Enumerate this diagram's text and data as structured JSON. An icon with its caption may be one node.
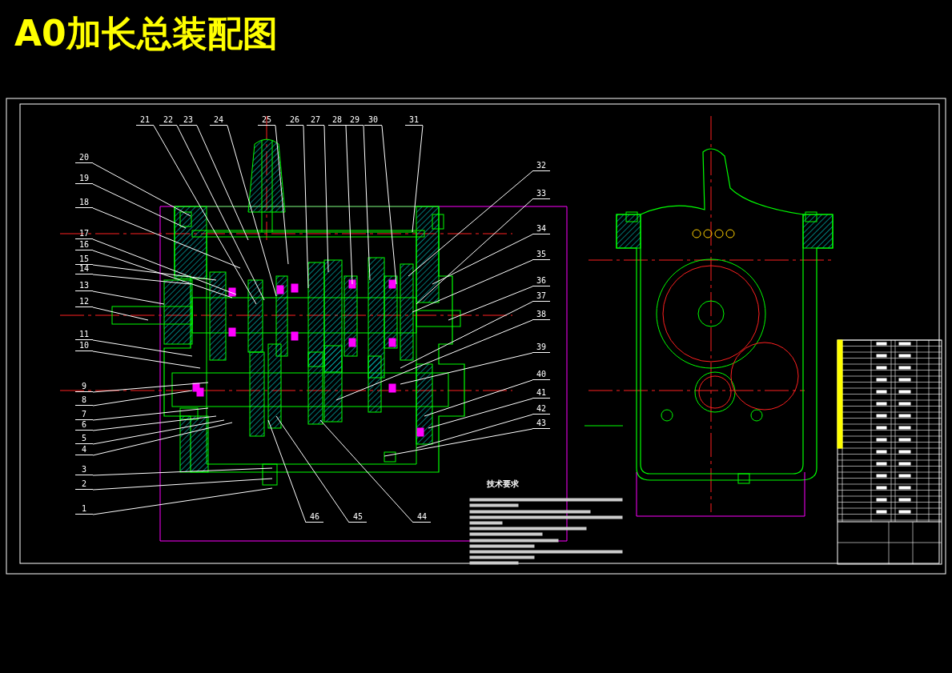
{
  "diagram": {
    "title": "A0加长总装配图",
    "nodes": [
      {
        "text": [
          "1"
        ]
      },
      {
        "text": [
          "2"
        ]
      },
      {
        "text": [
          "3"
        ]
      },
      {
        "text": [
          "4"
        ]
      },
      {
        "text": [
          "5"
        ]
      },
      {
        "text": [
          "6"
        ]
      },
      {
        "text": [
          "7"
        ]
      },
      {
        "text": [
          "8"
        ]
      },
      {
        "text": [
          "9"
        ]
      },
      {
        "text": [
          "10"
        ]
      },
      {
        "text": [
          "11"
        ]
      },
      {
        "text": [
          "12"
        ]
      },
      {
        "text": [
          "13"
        ]
      },
      {
        "text": [
          "14"
        ]
      },
      {
        "text": [
          "15"
        ]
      },
      {
        "text": [
          "16"
        ]
      },
      {
        "text": [
          "17"
        ]
      },
      {
        "text": [
          "18"
        ]
      },
      {
        "text": [
          "19"
        ]
      },
      {
        "text": [
          "20"
        ]
      },
      {
        "text": [
          "21"
        ]
      },
      {
        "text": [
          "22"
        ]
      },
      {
        "text": [
          "23"
        ]
      },
      {
        "text": [
          "24"
        ]
      },
      {
        "text": [
          "25"
        ]
      },
      {
        "text": [
          "26"
        ]
      },
      {
        "text": [
          "27"
        ]
      },
      {
        "text": [
          "28"
        ]
      },
      {
        "text": [
          "29"
        ]
      },
      {
        "text": [
          "30"
        ]
      },
      {
        "text": [
          "31"
        ]
      },
      {
        "text": [
          "32"
        ]
      },
      {
        "text": [
          "33"
        ]
      },
      {
        "text": [
          "34"
        ]
      },
      {
        "text": [
          "35"
        ]
      },
      {
        "text": [
          "36"
        ]
      },
      {
        "text": [
          "37"
        ]
      },
      {
        "text": [
          "38"
        ]
      },
      {
        "text": [
          "39"
        ]
      },
      {
        "text": [
          "40"
        ]
      },
      {
        "text": [
          "41"
        ]
      },
      {
        "text": [
          "42"
        ]
      },
      {
        "text": [
          "43"
        ]
      },
      {
        "text": [
          "44"
        ]
      },
      {
        "text": [
          "45"
        ]
      },
      {
        "text": [
          "46"
        ]
      }
    ],
    "edges": [
      {
        "from": 0,
        "to": null,
        "arrow": "none"
      },
      {
        "from": 1,
        "to": null,
        "arrow": "none"
      },
      {
        "from": 2,
        "to": null,
        "arrow": "none"
      },
      {
        "from": 3,
        "to": null,
        "arrow": "none"
      },
      {
        "from": 4,
        "to": null,
        "arrow": "none"
      },
      {
        "from": 5,
        "to": null,
        "arrow": "none"
      },
      {
        "from": 6,
        "to": null,
        "arrow": "none"
      },
      {
        "from": 7,
        "to": null,
        "arrow": "none"
      },
      {
        "from": 8,
        "to": null,
        "arrow": "none"
      },
      {
        "from": 9,
        "to": null,
        "arrow": "none"
      },
      {
        "from": 10,
        "to": null,
        "arrow": "none"
      },
      {
        "from": 11,
        "to": null,
        "arrow": "none"
      },
      {
        "from": 12,
        "to": null,
        "arrow": "none"
      },
      {
        "from": 13,
        "to": null,
        "arrow": "none"
      },
      {
        "from": 14,
        "to": null,
        "arrow": "none"
      },
      {
        "from": 15,
        "to": null,
        "arrow": "none"
      },
      {
        "from": 16,
        "to": null,
        "arrow": "none"
      },
      {
        "from": 17,
        "to": null,
        "arrow": "none"
      },
      {
        "from": 18,
        "to": null,
        "arrow": "none"
      },
      {
        "from": 19,
        "to": null,
        "arrow": "none"
      },
      {
        "from": 20,
        "to": null,
        "arrow": "none"
      },
      {
        "from": 21,
        "to": null,
        "arrow": "none"
      },
      {
        "from": 22,
        "to": null,
        "arrow": "none"
      },
      {
        "from": 23,
        "to": null,
        "arrow": "none"
      },
      {
        "from": 24,
        "to": null,
        "arrow": "none"
      },
      {
        "from": 25,
        "to": null,
        "arrow": "none"
      },
      {
        "from": 26,
        "to": null,
        "arrow": "none"
      },
      {
        "from": 27,
        "to": null,
        "arrow": "none"
      },
      {
        "from": 28,
        "to": null,
        "arrow": "none"
      },
      {
        "from": 29,
        "to": null,
        "arrow": "none"
      },
      {
        "from": 30,
        "to": null,
        "arrow": "none"
      },
      {
        "from": 31,
        "to": null,
        "arrow": "none"
      },
      {
        "from": 32,
        "to": null,
        "arrow": "none"
      },
      {
        "from": 33,
        "to": null,
        "arrow": "none"
      },
      {
        "from": 34,
        "to": null,
        "arrow": "none"
      },
      {
        "from": 35,
        "to": null,
        "arrow": "none"
      },
      {
        "from": 36,
        "to": null,
        "arrow": "none"
      },
      {
        "from": 37,
        "to": null,
        "arrow": "none"
      },
      {
        "from": 38,
        "to": null,
        "arrow": "none"
      },
      {
        "from": 39,
        "to": null,
        "arrow": "none"
      },
      {
        "from": 40,
        "to": null,
        "arrow": "none"
      },
      {
        "from": 41,
        "to": null,
        "arrow": "none"
      },
      {
        "from": 42,
        "to": null,
        "arrow": "none"
      },
      {
        "from": 43,
        "to": null,
        "arrow": "none"
      },
      {
        "from": 44,
        "to": null,
        "arrow": "none"
      },
      {
        "from": 45,
        "to": null,
        "arrow": "none"
      }
    ],
    "labels": [
      "技术要求"
    ]
  }
}
